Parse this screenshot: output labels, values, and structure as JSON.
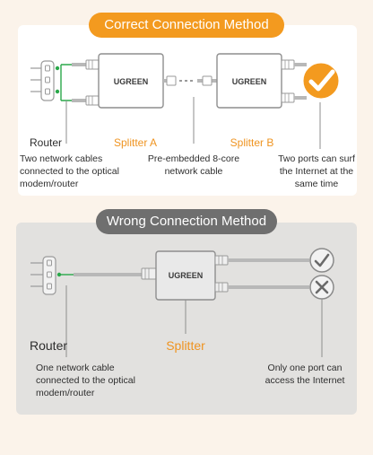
{
  "correct": {
    "title": "Correct Connection Method",
    "router_label": "Router",
    "splitter_a_label": "Splitter A",
    "splitter_b_label": "Splitter B",
    "brand": "UGREEN",
    "caption_left": "Two network cables connected to the optical modem/router",
    "caption_middle": "Pre-embedded 8-core network cable",
    "caption_right": "Two ports can surf the Internet at the same time"
  },
  "wrong": {
    "title": "Wrong Connection Method",
    "router_label": "Router",
    "splitter_label": "Splitter",
    "brand": "UGREEN",
    "caption_left": "One network cable connected to the optical modem/router",
    "caption_right": "Only one port can access the Internet"
  },
  "colors": {
    "accent": "#f39a1f",
    "wrong_header": "#6f6f6f",
    "router_port_dot": "#2aa84a"
  }
}
